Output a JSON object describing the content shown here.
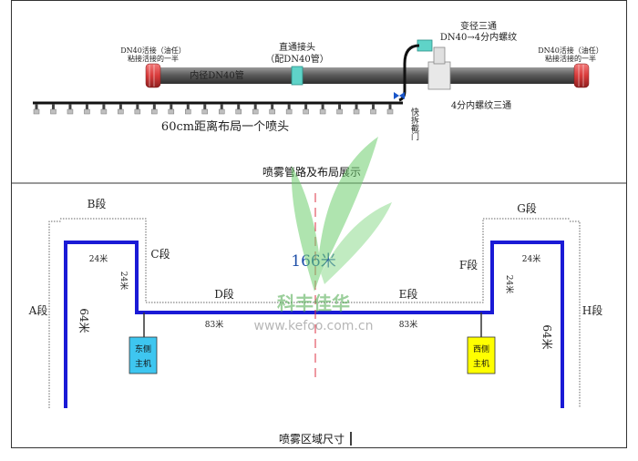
{
  "top_panel": {
    "caption": "喷雾管路及布局展示",
    "left_fitting_label_1": "DN40活接（油任）",
    "left_fitting_label_2": "粘接活接的一半",
    "right_fitting_label_1": "DN40活接（油任）",
    "right_fitting_label_2": "粘接活接的一半",
    "straight_joint_label_1": "直通接头",
    "straight_joint_label_2": "（配DN40管）",
    "reducer_tee_label_1": "变径三通",
    "reducer_tee_label_2": "DN40→4分内螺纹",
    "pipe_label": "内径DN40管",
    "small_tee_label": "4分内螺纹三通",
    "valve_label": "快拆截门",
    "nozzle_spacing_label": "60cm距离布局一个喷头",
    "nozzle_count": 22
  },
  "bottom_panel": {
    "caption": "喷雾区域尺寸",
    "segments": {
      "a": "A段",
      "b": "B段",
      "c": "C段",
      "d": "D段",
      "e": "E段",
      "f": "F段",
      "g": "G段",
      "h": "H段"
    },
    "dims": {
      "left_vertical": "64米",
      "left_top": "24米",
      "left_inner": "24米",
      "d_length": "83米",
      "e_length": "83米",
      "right_inner": "24米",
      "right_top": "24米",
      "right_vertical": "64米"
    },
    "east_host_line1": "东侧",
    "east_host_line2": "主机",
    "west_host_line1": "西侧",
    "west_host_line2": "主机",
    "total_length": "166米"
  },
  "watermark": {
    "brand": "科丰佳华",
    "url": "www.kefoo.com.cn"
  },
  "colors": {
    "pipe_blue": "#1a1ad6",
    "east_host": "#3ec6f0",
    "west_host": "#ffff00",
    "fitting_red": "#e24b4b",
    "fitting_teal": "#5fd3c8",
    "watermark_green": "#5cb85c"
  }
}
